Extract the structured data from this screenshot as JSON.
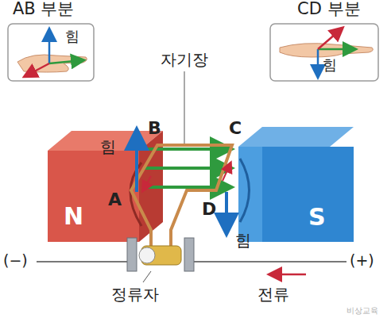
{
  "diagram": {
    "nodes": [
      {
        "text": [
          "AB 부분",
          "힘"
        ]
      },
      {
        "text": [
          "CD 부분",
          "힘"
        ]
      },
      {
        "text": [
          "N"
        ]
      },
      {
        "text": [
          "S"
        ]
      }
    ],
    "labels": [
      "자기장",
      "B",
      "C",
      "힘",
      "A",
      "D",
      "힘",
      "(−)",
      "(+)",
      "정류자",
      "전류",
      "비상교육"
    ]
  }
}
